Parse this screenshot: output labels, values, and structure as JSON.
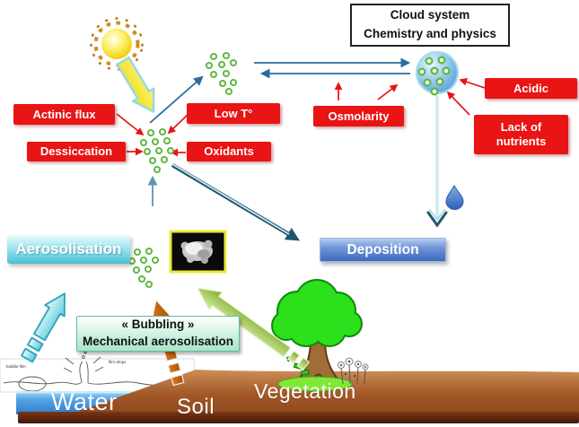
{
  "cloud_system": {
    "line1": "Cloud system",
    "line2": "Chemistry and physics"
  },
  "stressors": {
    "actinic_flux": "Actinic flux",
    "dessiccation": "Dessiccation",
    "low_t": "Low T°",
    "oxidants": "Oxidants",
    "osmolarity": "Osmolarity",
    "acidic": "Acidic",
    "lack_of_nutrients": {
      "line1": "Lack of",
      "line2": "nutrients"
    }
  },
  "processes": {
    "aerosolisation": "Aerosolisation",
    "deposition": "Deposition",
    "bubbling": {
      "line1": "« Bubbling »",
      "line2": "Mechanical aerosolisation"
    }
  },
  "environment": {
    "water": "Water",
    "soil": "Soil",
    "vegetation": "Vegetation"
  },
  "sketch": {
    "left_label": "bubble film",
    "right_label": "film drops"
  },
  "icons": {
    "sun": "sun-icon",
    "cloud_droplet": "cloud-droplet-icon",
    "rain_drop": "rain-drop-icon",
    "aerosol_particles": "aerosol-particle-cluster-icon",
    "sem_particle": "sem-particle-image",
    "tree": "tree-icon",
    "weeds": "weeds-icon",
    "bubble_sketch": "bubble-burst-sketch"
  },
  "colors": {
    "stress_label_bg": "#e91414",
    "label_text": "#ffffff",
    "cloud_box_border": "#222222",
    "aerosolisation_accent": "#49c0d4",
    "deposition_accent": "#3d69bd",
    "bubbling_accent": "#a8e6c8",
    "arrow_blue": "#2a6d9c",
    "particle_green": "#5cb83c",
    "sun_yellow": "#f3d41d",
    "arrow_yellow_fill": "#f0dc1e",
    "arrow_cyan_fill": "#59c8d9",
    "arrow_orange_fill": "#c2600f",
    "arrow_green_fill": "#7fae2e",
    "water_blue": "#3f8cd6",
    "soil_brown": "#a25827"
  }
}
